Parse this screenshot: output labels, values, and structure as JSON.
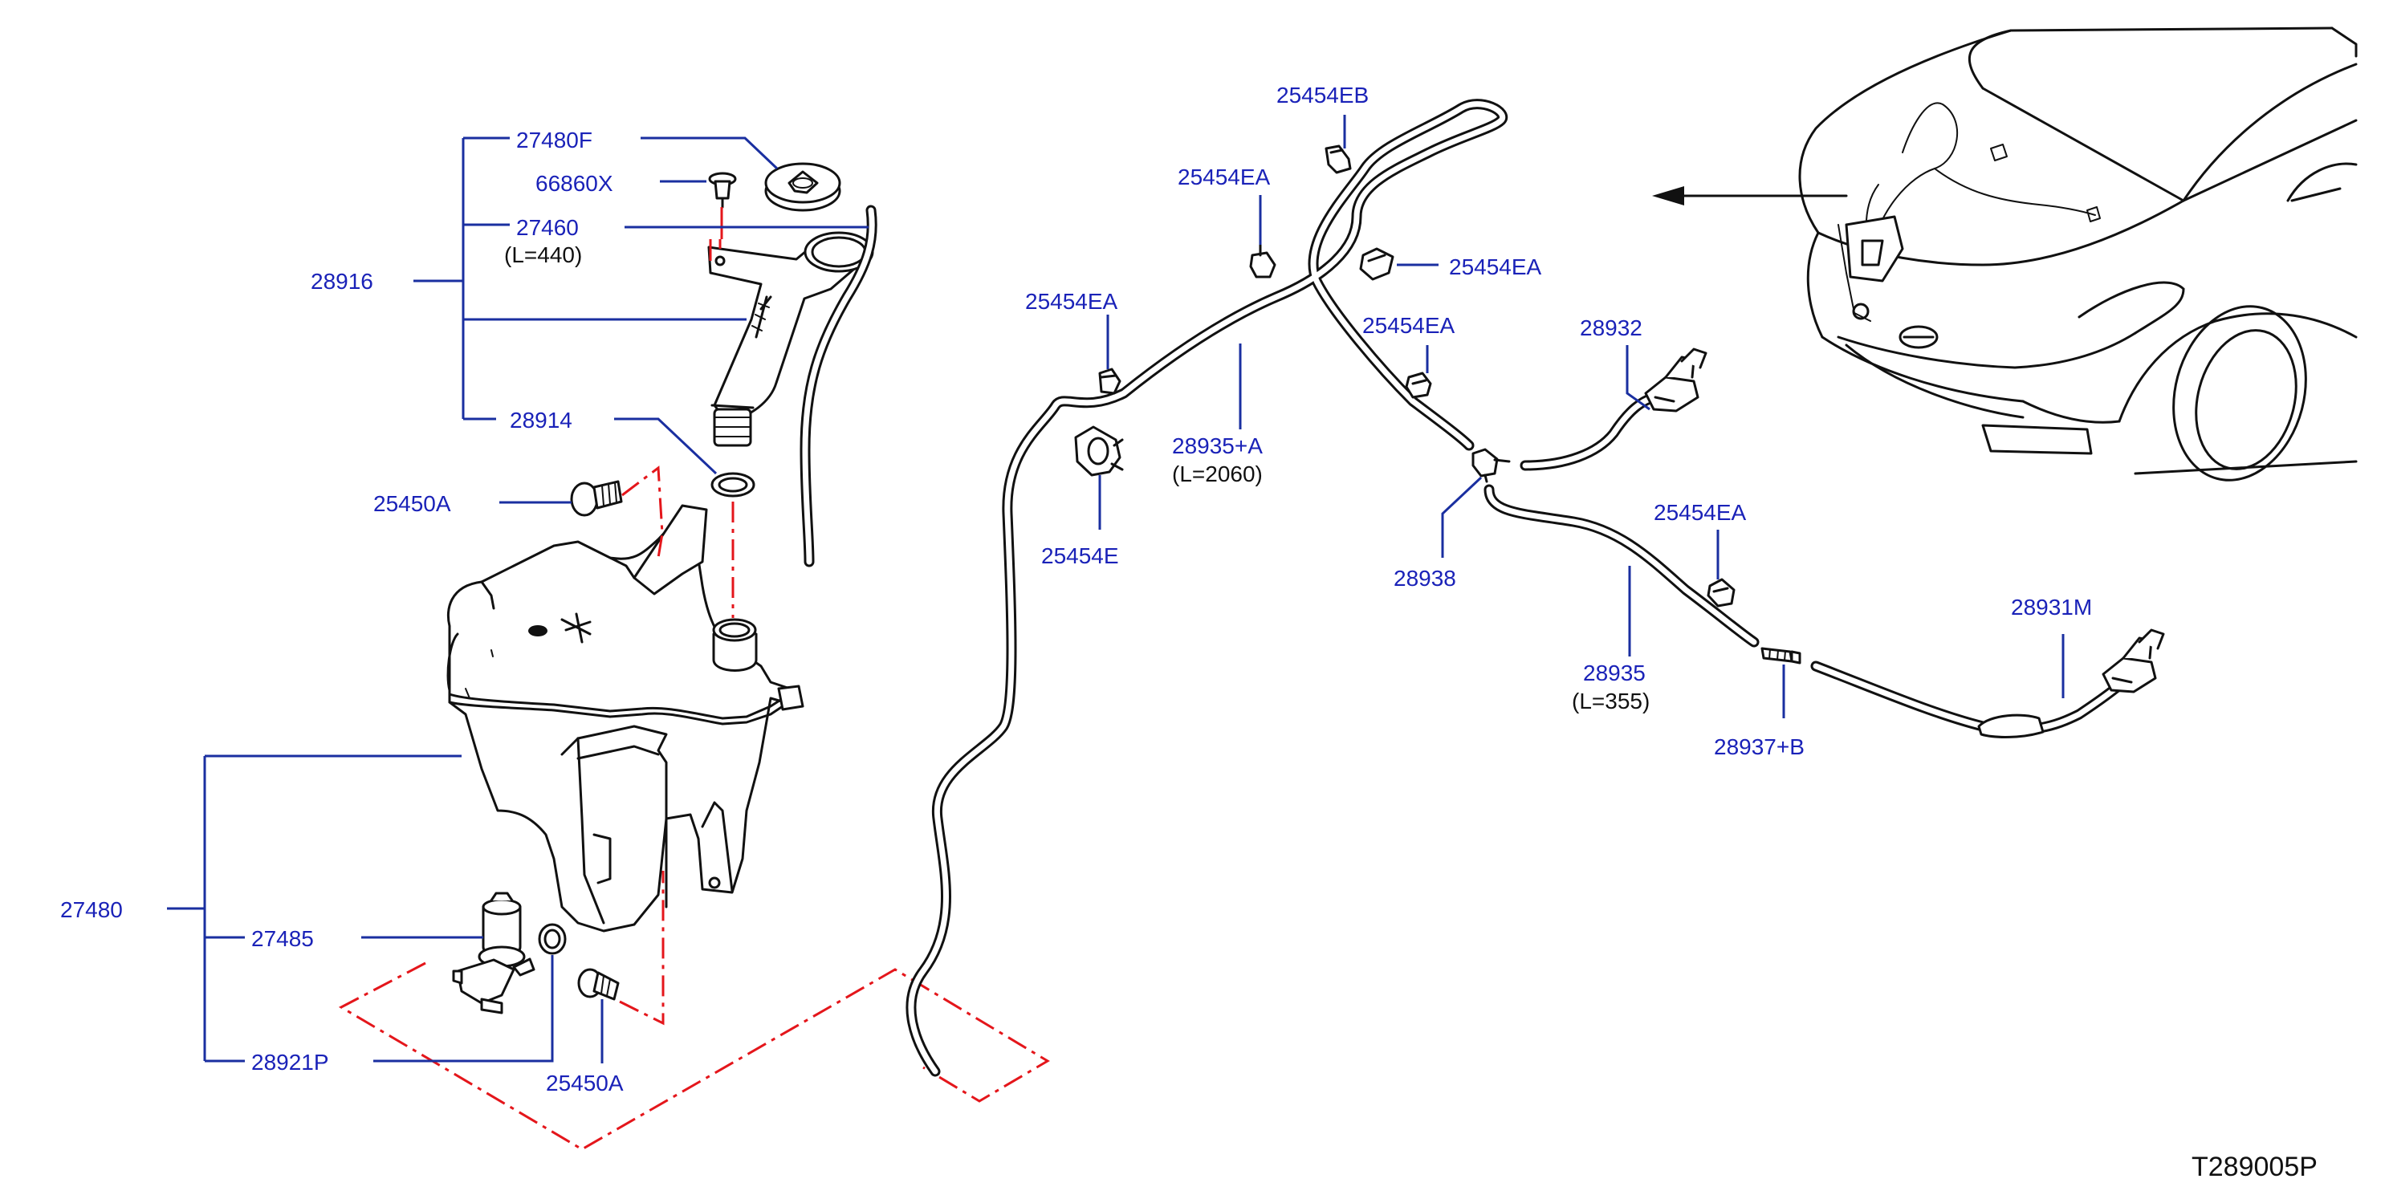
{
  "colors": {
    "label": "#1a22b8",
    "leader": "#1a2fa0",
    "line": "#111111",
    "phantom": "#e4161b"
  },
  "diagram_code": "T289005P",
  "labels": {
    "p27480F": "27480F",
    "p66860X": "66860X",
    "p27460": "27460",
    "p27460_len": "(L=440)",
    "p28916": "28916",
    "p28914": "28914",
    "p25450A_top": "25450A",
    "p27480": "27480",
    "p27485": "27485",
    "p28921P": "28921P",
    "p25450A_bottom": "25450A",
    "p25454EB": "25454EB",
    "p25454EA_a": "25454EA",
    "p25454EA_b": "25454EA",
    "p25454EA_c": "25454EA",
    "p25454EA_d": "25454EA",
    "p25454EA_e": "25454EA",
    "p25454E": "25454E",
    "p28935A": "28935+A",
    "p28935A_len": "(L=2060)",
    "p28938": "28938",
    "p28932": "28932",
    "p28935": "28935",
    "p28935_len": "(L=355)",
    "p28937B": "28937+B",
    "p28931M": "28931M"
  }
}
